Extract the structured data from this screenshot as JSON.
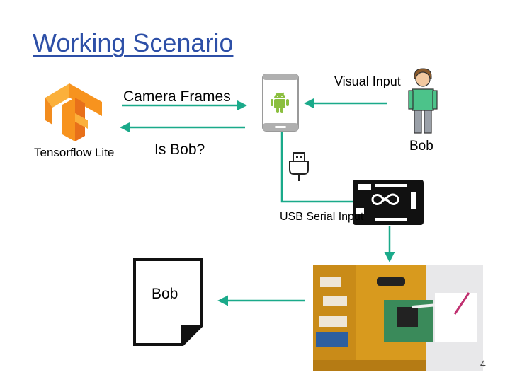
{
  "title": "Working Scenario",
  "labels": {
    "camera_frames": "Camera Frames",
    "tensorflow_lite": "Tensorflow Lite",
    "is_bob": "Is Bob?",
    "visual_input": "Visual Input",
    "bob_person": "Bob",
    "usb_serial": "USB Serial Input",
    "bob_document": "Bob",
    "page_number": "4"
  },
  "icons": [
    "tensorflow-logo-icon",
    "smartphone-icon",
    "android-icon",
    "person-icon",
    "usb-plug-icon",
    "arduino-board-icon",
    "document-icon"
  ],
  "colors": {
    "title": "#2d4fa7",
    "arrow": "#1aaa8a",
    "tensorflow": "#f28c1e",
    "android": "#8bbf3f"
  }
}
